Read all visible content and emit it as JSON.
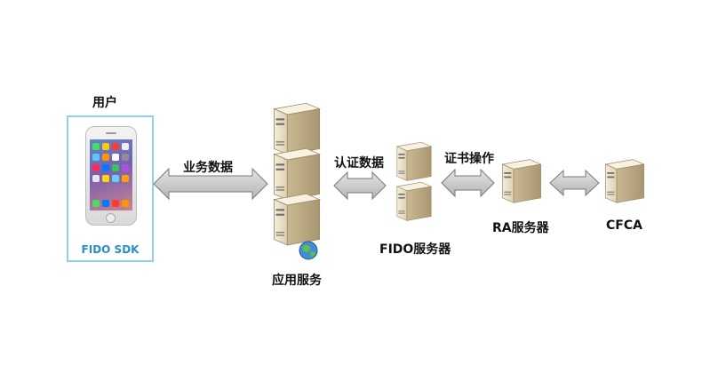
{
  "nodes": {
    "user": {
      "title": "用户",
      "sdk": "FIDO SDK"
    },
    "app_service": {
      "label": "应用服务"
    },
    "fido_server": {
      "label": "FIDO服务器"
    },
    "ra_server": {
      "label": "RA服务器"
    },
    "cfca": {
      "label": "CFCA"
    }
  },
  "edges": {
    "user_app": {
      "label": "业务数据"
    },
    "app_fido": {
      "label": "认证数据"
    },
    "fido_ra": {
      "label": "证书操作"
    },
    "ra_cfca": {
      "label": ""
    }
  },
  "colors": {
    "arrow_fill": "#c8c8c8",
    "arrow_stroke": "#7a7a7a",
    "user_border": "#8ed1ea",
    "sdk_text": "#2c8ec9",
    "server_body": "#e9dcc0"
  },
  "icons": {
    "server": "server-icon",
    "globe": "globe-icon",
    "phone": "phone-icon"
  }
}
